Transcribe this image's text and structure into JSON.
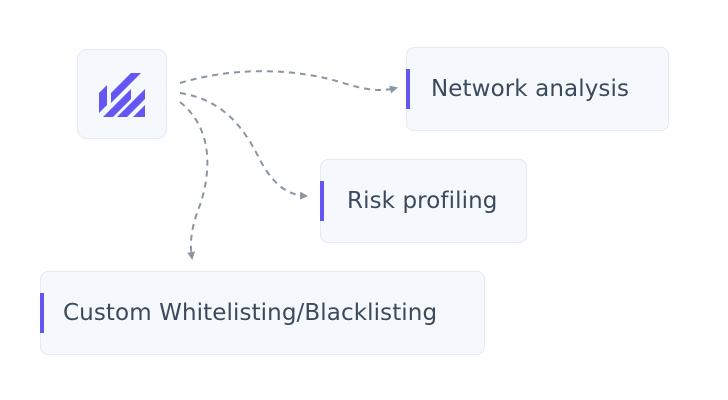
{
  "diagram": {
    "logo": {
      "icon": "striped-slash-logo-icon",
      "color": "#6356f2"
    },
    "nodes": [
      {
        "id": "network",
        "label": "Network analysis"
      },
      {
        "id": "risk",
        "label": "Risk profiling"
      },
      {
        "id": "custom",
        "label": "Custom Whitelisting/Blacklisting"
      }
    ],
    "edges": [
      {
        "from": "logo",
        "to": "network"
      },
      {
        "from": "logo",
        "to": "risk"
      },
      {
        "from": "logo",
        "to": "custom"
      }
    ],
    "colors": {
      "accent": "#6356f2",
      "card_background": "#f5f8fc",
      "card_border": "#e3eaf2",
      "label_text": "#3a4a5c",
      "connector": "#8b95a1"
    }
  }
}
